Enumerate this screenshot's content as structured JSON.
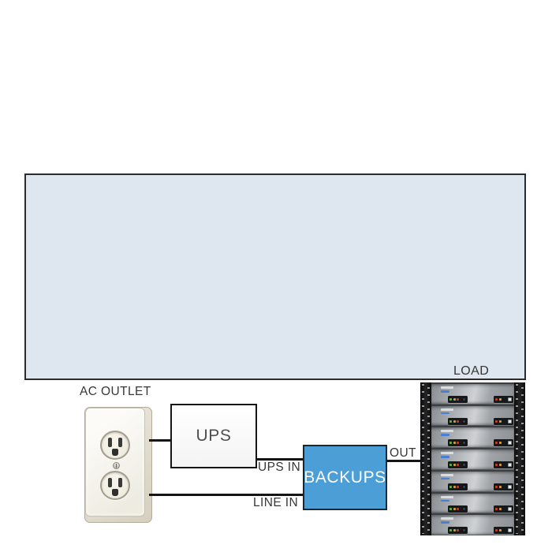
{
  "diagram": {
    "panel": {
      "background": "#dee7ef",
      "border_color": "#2b2b2b"
    },
    "labels": {
      "ac_outlet": "AC OUTLET",
      "load": "LOAD",
      "ups_in": "UPS IN",
      "line_in": "LINE IN",
      "out": "OUT"
    },
    "nodes": {
      "ups": {
        "label": "UPS",
        "fill": "#ffffff",
        "border": "#161616",
        "text_color": "#4e4e4e"
      },
      "backups": {
        "label": "BACKUPS",
        "fill": "#4c9ed6",
        "border": "#242424",
        "text_color": "#ffffff"
      }
    },
    "wires": {
      "color": "#151515",
      "connections": [
        "ac-outlet to ups",
        "ups to backups (UPS IN)",
        "ac-outlet to backups (LINE IN)",
        "backups to load (OUT)"
      ]
    },
    "outlet": {
      "type": "duplex-ac-outlet",
      "sockets": 2
    },
    "load_rack": {
      "units": 7,
      "led_colors": {
        "green": "#5cb832",
        "amber": "#e59b1c",
        "red": "#d7331e",
        "white": "#e8eaec"
      }
    }
  }
}
